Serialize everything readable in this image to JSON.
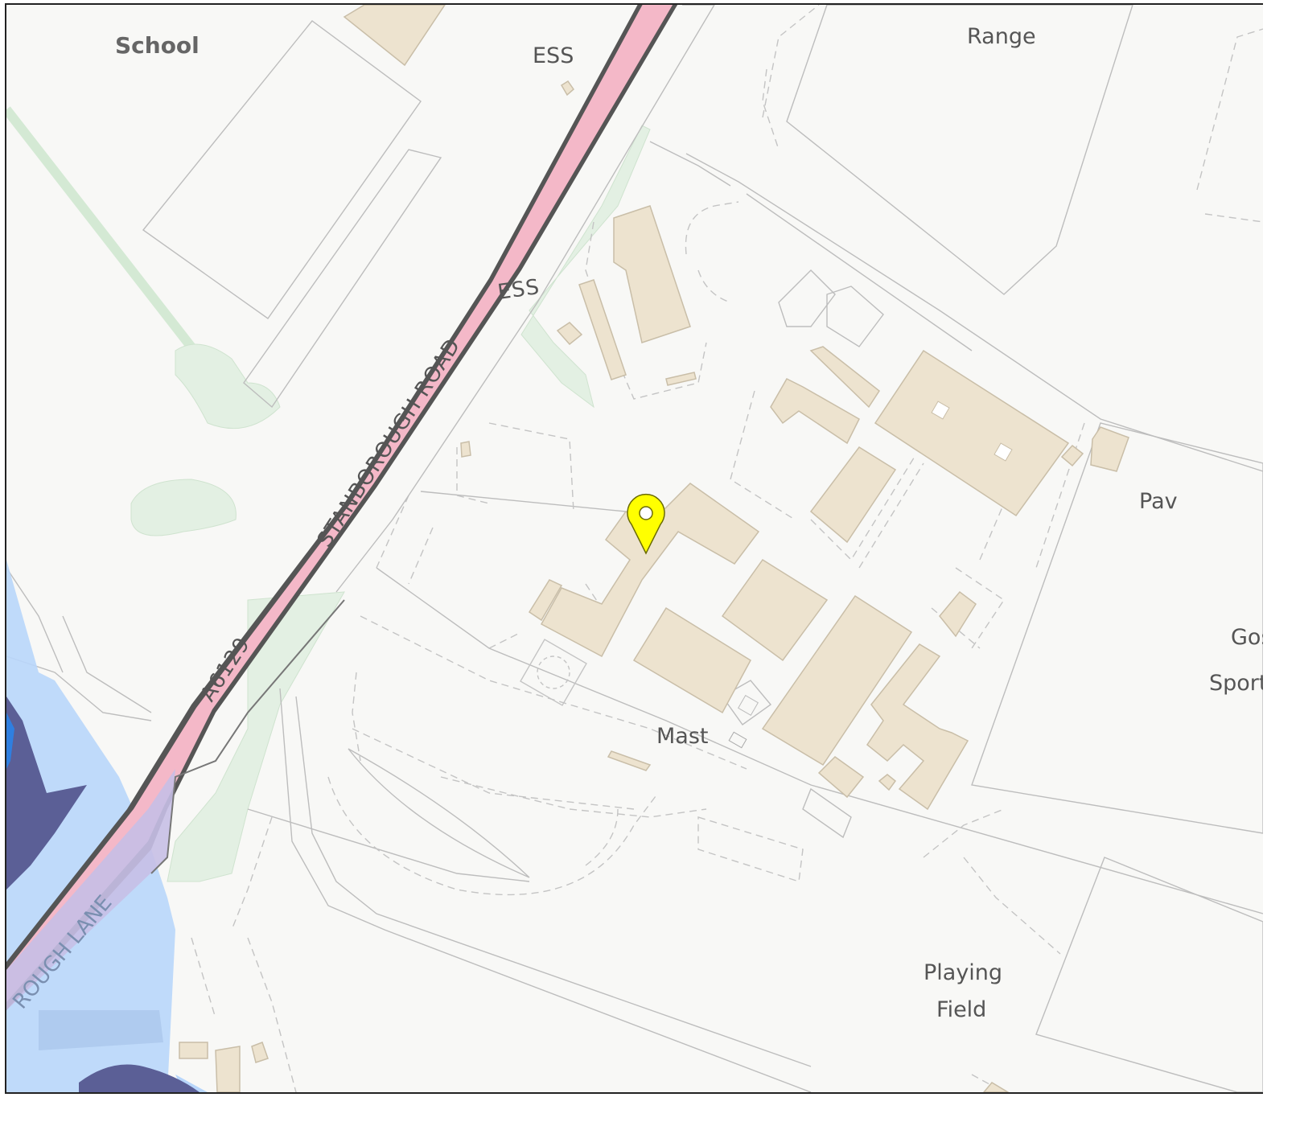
{
  "map": {
    "labels": {
      "school": "School",
      "ess_top": "ESS",
      "ess_mid": "ESS",
      "range": "Range",
      "pav": "Pav",
      "gos": "Gos",
      "sport": "Sport",
      "mast": "Mast",
      "playing": "Playing",
      "field": "Field"
    },
    "roads": {
      "stanborough_road": "STANBOROUGH ROAD",
      "a6129": "A6129",
      "rough_lane": "ROUGH LANE"
    },
    "marker": {
      "color": "#ffff00",
      "icon": "map-pin-icon"
    },
    "colors": {
      "background": "#f8f8f6",
      "road_primary": "#f4b8c8",
      "building": "#ede3cf",
      "woodland": "#e3f0e3",
      "flood_zone_light": "#b8d6fb",
      "flood_zone_dark": "#5b5f96"
    }
  }
}
